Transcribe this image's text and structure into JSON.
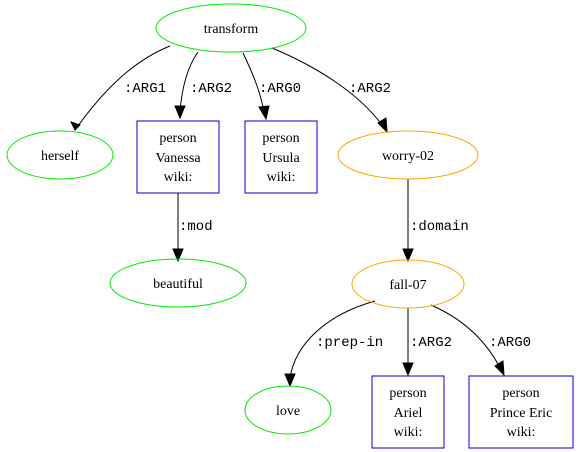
{
  "colors": {
    "concept": "#00ee00",
    "predicate": "#ffa500",
    "entity": "#0000cd",
    "edge": "#000000"
  },
  "nodes": {
    "transform": {
      "label": "transform",
      "kind": "concept"
    },
    "herself": {
      "label": "herself",
      "kind": "concept"
    },
    "vanessa": {
      "lines": [
        "person",
        "Vanessa",
        "wiki:"
      ],
      "kind": "entity"
    },
    "ursula": {
      "lines": [
        "person",
        "Ursula",
        "wiki:"
      ],
      "kind": "entity"
    },
    "worry": {
      "label": "worry-02",
      "kind": "predicate"
    },
    "beautiful": {
      "label": "beautiful",
      "kind": "concept"
    },
    "fall": {
      "label": "fall-07",
      "kind": "predicate"
    },
    "love": {
      "label": "love",
      "kind": "concept"
    },
    "ariel": {
      "lines": [
        "person",
        "Ariel",
        "wiki:"
      ],
      "kind": "entity"
    },
    "eric": {
      "lines": [
        "person",
        "Prince Eric",
        "wiki:"
      ],
      "kind": "entity"
    }
  },
  "edges": {
    "transform_herself": ":ARG1",
    "transform_vanessa": ":ARG2",
    "transform_ursula": ":ARG0",
    "transform_worry": ":ARG2",
    "vanessa_beautiful": ":mod",
    "worry_fall": ":domain",
    "fall_love": ":prep-in",
    "fall_ariel": ":ARG2",
    "fall_eric": ":ARG0"
  }
}
